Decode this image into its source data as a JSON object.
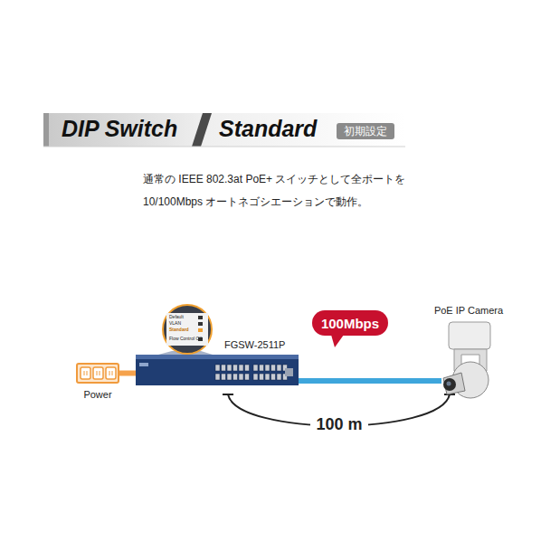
{
  "diagram": {
    "title": "DIP Switch",
    "nodes": [
      {
        "text": [
          "初期設定"
        ]
      },
      {
        "text": [
          "FGSW-2511P"
        ]
      },
      {
        "text": [
          "100Mbps"
        ]
      },
      {
        "text": [
          "PoE IP Camera"
        ]
      },
      {
        "text": [
          "Power"
        ]
      }
    ],
    "edges": [
      {
        "from": 4,
        "to": 1,
        "arrow": "none"
      },
      {
        "from": 1,
        "to": 3,
        "arrow": "none"
      }
    ],
    "labels": [
      "Standard",
      "通常の IEEE 802.3at PoE+ スイッチとして全ポートを",
      "10/100Mbps オートネゴシエーションで動作。",
      "Default",
      "VLAN",
      "Standard",
      "Flow Control Off",
      "100 m"
    ]
  }
}
